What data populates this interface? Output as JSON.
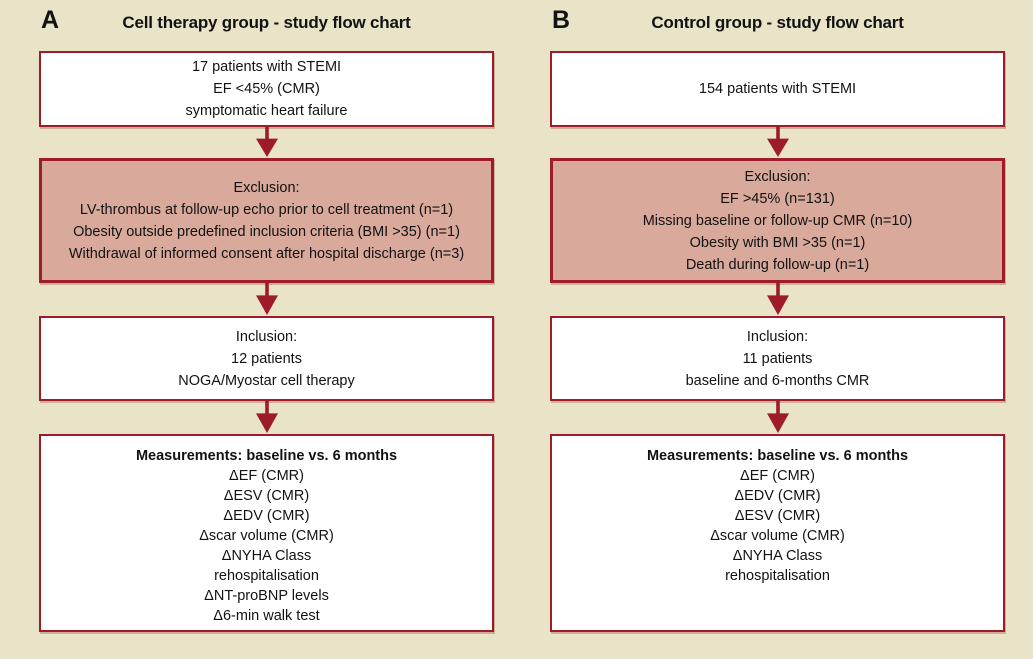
{
  "figure": {
    "type": "study-flow-chart",
    "colors": {
      "background": "#e9e4c8",
      "box_border": "#9e1b2b",
      "box_fill": "#ffffff",
      "exclusion_fill": "#d9a99b",
      "arrow": "#9e1b2b",
      "text": "#121212"
    }
  },
  "panels": [
    {
      "label": "A",
      "title": "Cell therapy group - study flow chart",
      "boxes": [
        {
          "lines": [
            "17 patients with STEMI",
            "EF <45% (CMR)",
            "symptomatic heart failure"
          ]
        },
        {
          "lines": [
            "Exclusion:",
            "LV-thrombus at follow-up echo prior to cell treatment (n=1)",
            "Obesity outside predefined inclusion criteria (BMI >35) (n=1)",
            "Withdrawal of informed consent after hospital discharge (n=3)"
          ]
        },
        {
          "lines": [
            "Inclusion:",
            "12 patients",
            "NOGA/Myostar cell therapy"
          ]
        },
        {
          "header": "Measurements: baseline vs. 6 months",
          "lines": [
            "ΔEF (CMR)",
            "ΔESV (CMR)",
            "ΔEDV (CMR)",
            "Δscar volume (CMR)",
            "ΔNYHA Class",
            "rehospitalisation",
            "ΔNT-proBNP levels",
            "Δ6-min walk test"
          ]
        }
      ]
    },
    {
      "label": "B",
      "title": "Control group - study flow chart",
      "boxes": [
        {
          "lines": [
            "154 patients with STEMI"
          ]
        },
        {
          "lines": [
            "Exclusion:",
            "EF >45% (n=131)",
            "Missing baseline or follow-up CMR (n=10)",
            "Obesity with BMI >35 (n=1)",
            "Death during follow-up (n=1)"
          ]
        },
        {
          "lines": [
            "Inclusion:",
            "11 patients",
            "baseline and 6-months CMR"
          ]
        },
        {
          "header": "Measurements: baseline vs. 6 months",
          "lines": [
            "ΔEF (CMR)",
            "ΔEDV (CMR)",
            "ΔESV (CMR)",
            "Δscar volume (CMR)",
            "ΔNYHA Class",
            "rehospitalisation"
          ]
        }
      ]
    }
  ]
}
